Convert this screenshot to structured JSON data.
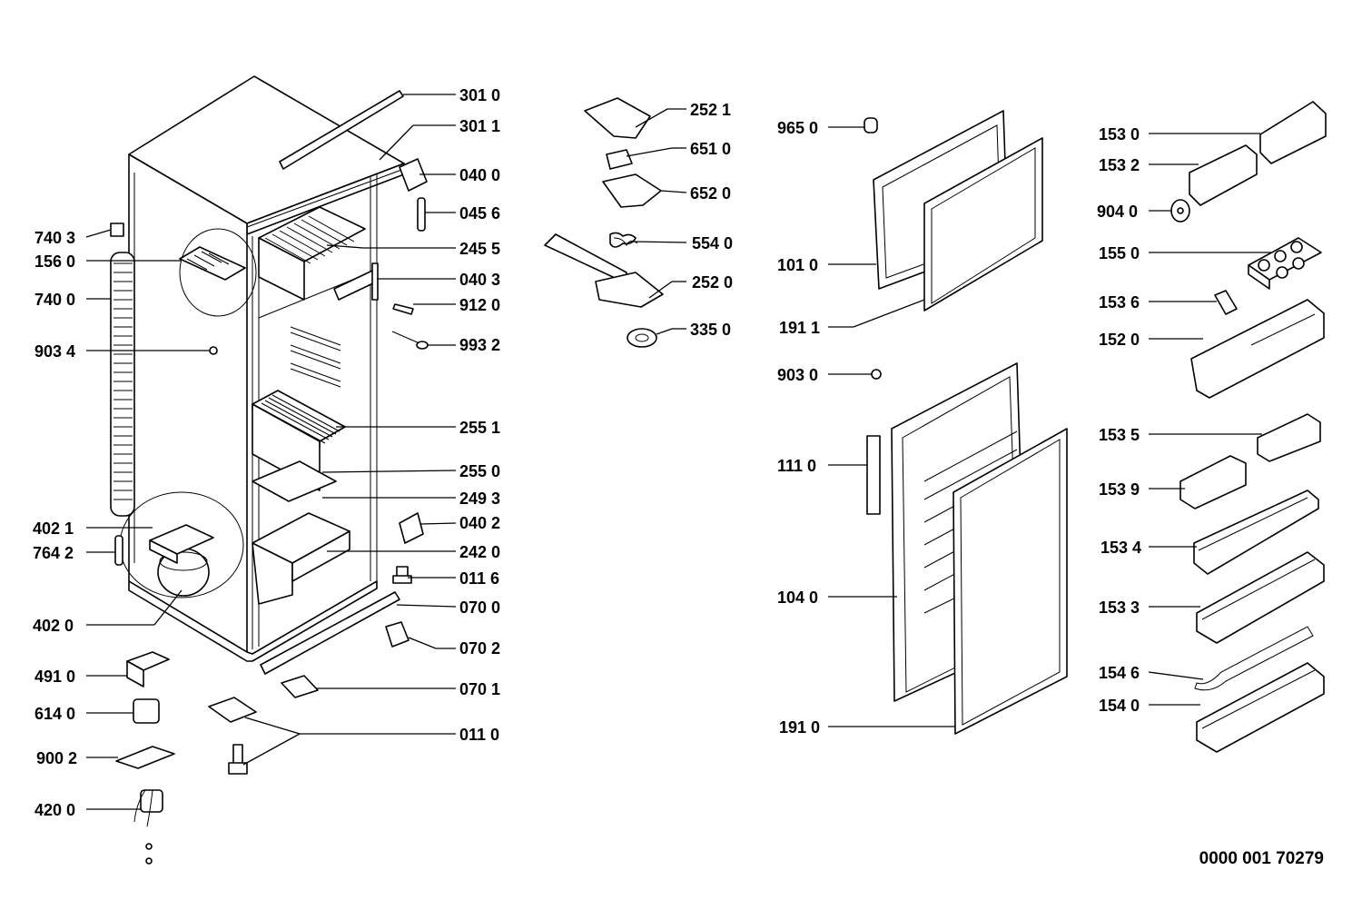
{
  "diagram": {
    "document_number": "0000 001 70279",
    "labels": {
      "301_0": "301 0",
      "301_1": "301 1",
      "040_0": "040 0",
      "045_6": "045 6",
      "245_5": "245 5",
      "040_3": "040 3",
      "912_0": "912 0",
      "993_2": "993 2",
      "255_1": "255 1",
      "255_0": "255 0",
      "249_3": "249 3",
      "040_2": "040 2",
      "242_0": "242 0",
      "011_6": "011 6",
      "070_0": "070 0",
      "070_2": "070 2",
      "070_1": "070 1",
      "011_0": "011 0",
      "740_3": "740 3",
      "156_0": "156 0",
      "740_0": "740 0",
      "903_4": "903 4",
      "402_1": "402 1",
      "764_2": "764 2",
      "402_0": "402 0",
      "491_0": "491 0",
      "614_0": "614 0",
      "900_2": "900 2",
      "420_0": "420 0",
      "252_1": "252 1",
      "651_0": "651 0",
      "652_0": "652 0",
      "554_0": "554 0",
      "252_0": "252 0",
      "335_0": "335 0",
      "965_0": "965 0",
      "101_0": "101 0",
      "191_1": "191 1",
      "903_0": "903 0",
      "111_0": "111 0",
      "104_0": "104 0",
      "191_0": "191 0",
      "153_0": "153 0",
      "153_2": "153 2",
      "904_0": "904 0",
      "155_0": "155 0",
      "153_6": "153 6",
      "152_0": "152 0",
      "153_5": "153 5",
      "153_9": "153 9",
      "153_4": "153 4",
      "153_3": "153 3",
      "154_6": "154 6",
      "154_0": "154 0"
    }
  }
}
